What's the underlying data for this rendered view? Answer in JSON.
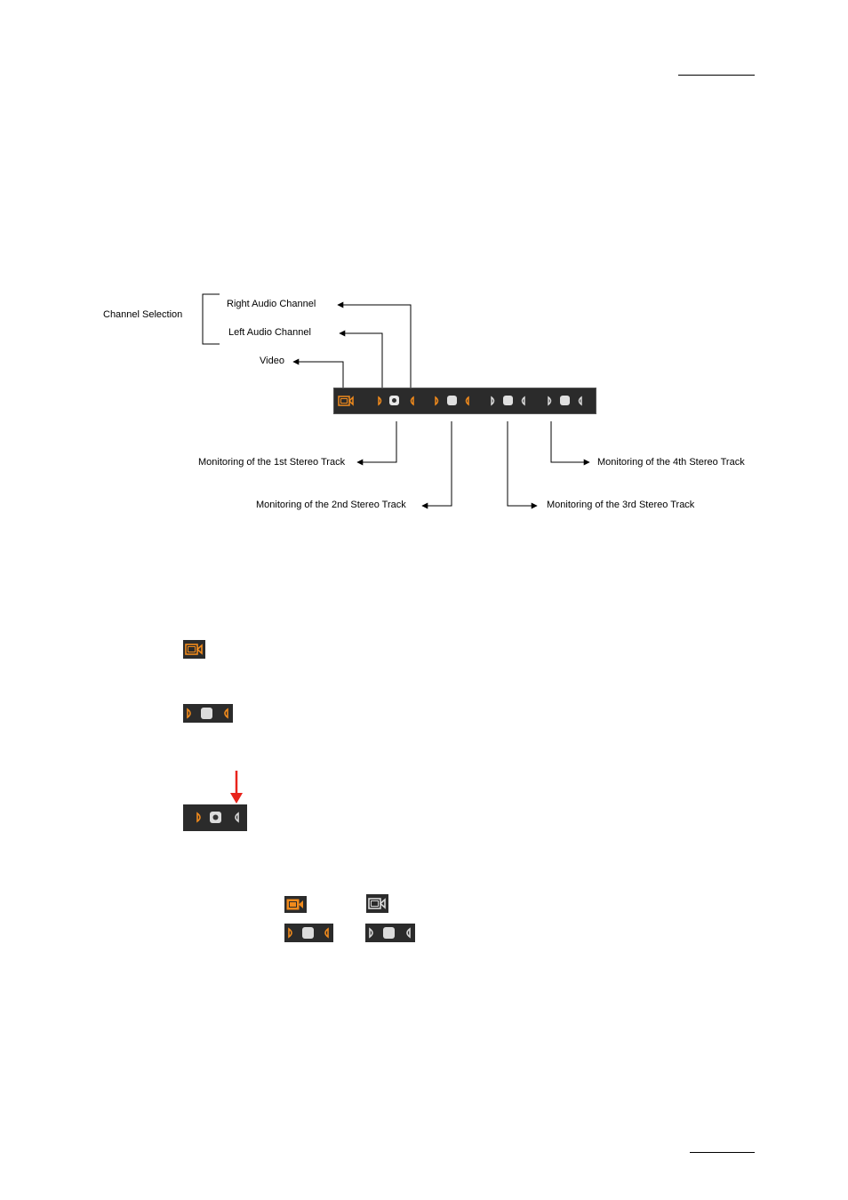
{
  "diagram": {
    "group_label": "Channel Selection",
    "right_audio_label": "Right Audio Channel",
    "left_audio_label": "Left Audio Channel",
    "video_label": "Video",
    "track1_label": "Monitoring of the 1st Stereo Track",
    "track2_label": "Monitoring of the 2nd Stereo Track",
    "track3_label": "Monitoring of the 3rd Stereo Track",
    "track4_label": "Monitoring of the 4th Stereo Track"
  },
  "colors": {
    "active_orange": "#f08a1c",
    "inactive_grey": "#d8d8d8",
    "bar_background": "#2b2b2b",
    "indicator_red": "#e8231b"
  },
  "icons": [
    "video-camera-icon",
    "right-channel-icon",
    "monitor-button-icon",
    "left-channel-icon",
    "red-down-arrow-icon"
  ]
}
